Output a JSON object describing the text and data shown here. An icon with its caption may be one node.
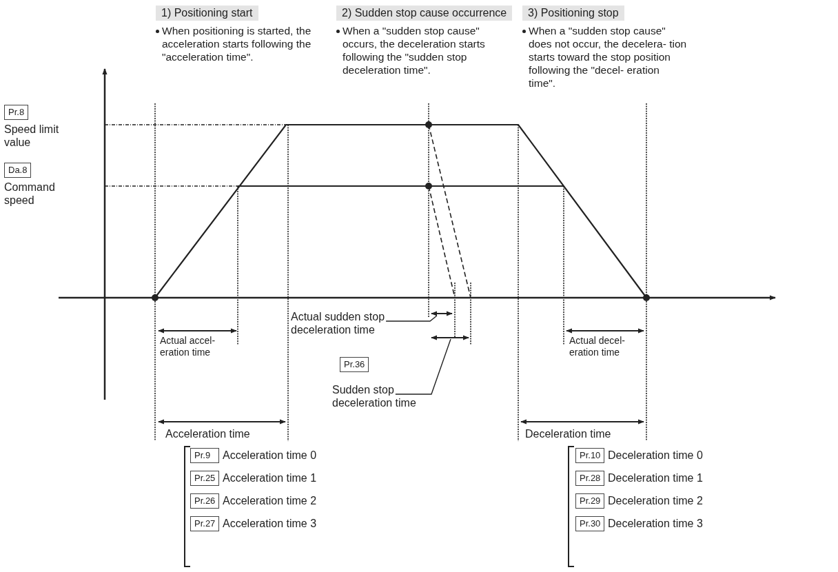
{
  "diagram": {
    "nodes": [
      {
        "text": [
          "1) Positioning start"
        ],
        "beside": [
          "When positioning is started, the acceleration starts following the \"acceleration time\"."
        ]
      },
      {
        "text": [
          "2) Sudden stop cause occurrence"
        ],
        "beside": [
          "When a \"sudden stop cause\" occurs, the deceleration starts following the \"sudden stop deceleration time\"."
        ]
      },
      {
        "text": [
          "3) Positioning stop"
        ],
        "beside": [
          "When a \"sudden stop cause\" does not occur, the decelera- tion starts toward the stop position following the \"decel- eration time\"."
        ]
      },
      {
        "text": [
          "Pr.8"
        ],
        "beside": [
          "Speed limit value"
        ]
      },
      {
        "text": [
          "Da.8"
        ],
        "beside": [
          "Command speed"
        ]
      },
      {
        "text": [
          "Actual sudden stop deceleration time"
        ]
      },
      {
        "text": [
          "Pr.36"
        ]
      },
      {
        "text": [
          "Sudden stop deceleration time"
        ]
      },
      {
        "text": [
          "Pr.9"
        ],
        "beside": [
          "Acceleration time 0"
        ]
      },
      {
        "text": [
          "Pr.25"
        ],
        "beside": [
          "Acceleration time 1"
        ]
      },
      {
        "text": [
          "Pr.26"
        ],
        "beside": [
          "Acceleration time 2"
        ]
      },
      {
        "text": [
          "Pr.27"
        ],
        "beside": [
          "Acceleration time 3"
        ]
      },
      {
        "text": [
          "Pr.10"
        ],
        "beside": [
          "Deceleration time 0"
        ]
      },
      {
        "text": [
          "Pr.28"
        ],
        "beside": [
          "Deceleration time 1"
        ]
      },
      {
        "text": [
          "Pr.29"
        ],
        "beside": [
          "Deceleration time 2"
        ]
      },
      {
        "text": [
          "Pr.30"
        ],
        "beside": [
          "Deceleration time 3"
        ]
      }
    ],
    "edges": [
      {
        "from": 5,
        "to": null,
        "arrow": "none"
      },
      {
        "from": 7,
        "to": null,
        "arrow": "none"
      }
    ],
    "labels": [
      "Actual accel- eration time",
      "Actual decel- eration time",
      "Acceleration time",
      "Deceleration time"
    ]
  }
}
